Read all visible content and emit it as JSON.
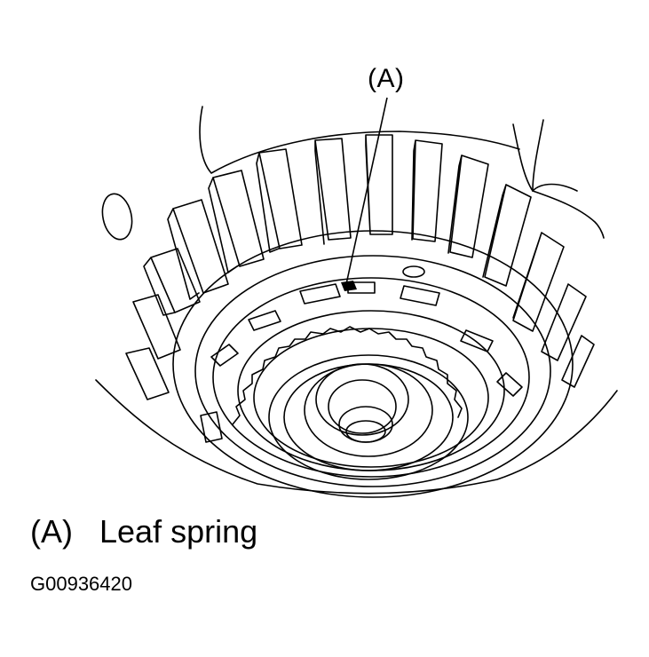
{
  "figure": {
    "callout": "(A)",
    "legend": [
      {
        "key": "(A)",
        "label": "Leaf spring"
      }
    ],
    "code": "G00936420"
  },
  "colors": {
    "line": "#000000",
    "background": "#ffffff"
  }
}
